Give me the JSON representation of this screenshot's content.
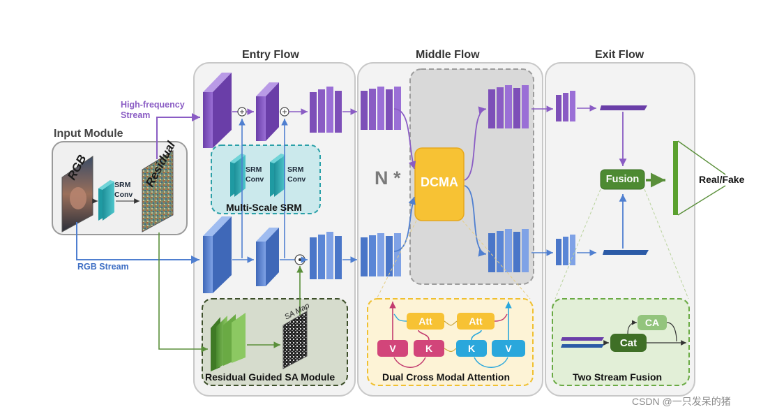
{
  "sections": {
    "entry_flow": "Entry Flow",
    "middle_flow": "Middle Flow",
    "exit_flow": "Exit Flow"
  },
  "input_module": {
    "title": "Input Module",
    "rgb_label": "RGB",
    "residual_label": "Residual",
    "srm_conv": "SRM\nConv"
  },
  "streams": {
    "high_frequency": "High-frequency\nStream",
    "rgb": "RGB Stream"
  },
  "multi_scale_srm": {
    "title": "Multi-Scale SRM",
    "conv1": "SRM\nConv",
    "conv2": "SRM\nConv"
  },
  "residual_sa": {
    "title": "Residual Guided SA Module",
    "map_label": "SA Map"
  },
  "middle": {
    "repeat": "N *",
    "dcma": "DCMA"
  },
  "dual_cross": {
    "title": "Dual Cross Modal Attention",
    "att_left": "Att",
    "att_right": "Att",
    "v_left": "V",
    "k_left": "K",
    "k_right": "K",
    "v_right": "V"
  },
  "exit": {
    "fusion": "Fusion",
    "output": "Real/Fake"
  },
  "two_stream": {
    "title": "Two Stream Fusion",
    "ca": "CA",
    "cat": "Cat"
  },
  "watermark": "CSDN @一只发呆的猪",
  "colors": {
    "purple": "#7d4fb8",
    "blue": "#4a76c8",
    "green": "#5f9a3e",
    "dcma": "#f5c030",
    "teal": "#2fb0b8",
    "pink": "#d2457a",
    "cyan": "#2aa7dc"
  }
}
